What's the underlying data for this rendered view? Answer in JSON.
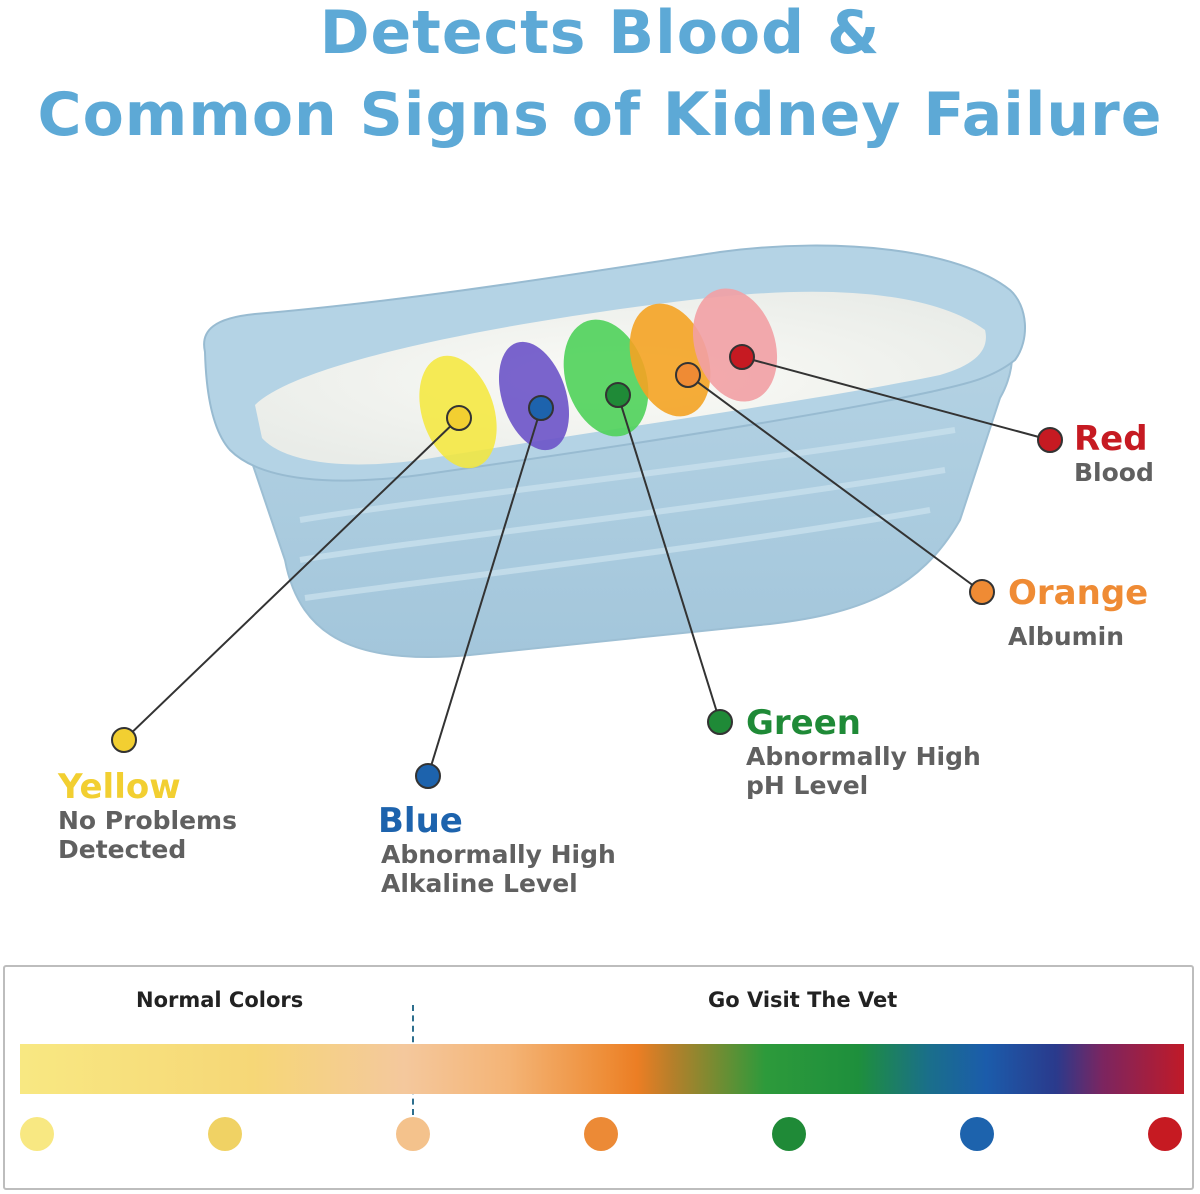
{
  "title": {
    "line1": "Detects Blood &",
    "line2": "Common Signs of Kidney Failure"
  },
  "indicators": {
    "red": {
      "name": "Red",
      "desc1": "Blood",
      "color": "#c61a22"
    },
    "orange": {
      "name": "Orange",
      "desc1": "Albumin",
      "color": "#ef8b34"
    },
    "green": {
      "name": "Green",
      "desc1": "Abnormally High",
      "desc2": "pH Level",
      "color": "#1f8a37"
    },
    "yellow": {
      "name": "Yellow",
      "desc1": "No Problems",
      "desc2": "Detected",
      "color": "#f2cf31"
    },
    "blue": {
      "name": "Blue",
      "desc1": "Abnormally High",
      "desc2": "Alkaline Level",
      "color": "#1d63ad"
    }
  },
  "legend": {
    "normal_label": "Normal Colors",
    "vet_label": "Go Visit The Vet",
    "swatches": [
      "#f8e882",
      "#f0d264",
      "#f4c28c",
      "#ec8a36",
      "#1f8a37",
      "#1d63ad",
      "#c61a22"
    ]
  }
}
